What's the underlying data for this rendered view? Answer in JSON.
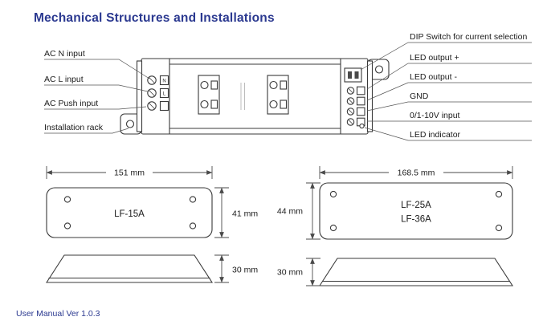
{
  "title": "Mechanical Structures and Installations",
  "footer": "User Manual Ver 1.0.3",
  "device": {
    "terminal_labels": [
      "N",
      "L"
    ]
  },
  "callouts_left": [
    "AC N input",
    "AC L input",
    "AC Push input",
    "Installation rack"
  ],
  "callouts_right": [
    "DIP Switch for current selection",
    "LED output +",
    "LED output -",
    "GND",
    "0/1-10V input",
    "LED indicator"
  ],
  "small": {
    "name": "LF-15A",
    "width": "151 mm",
    "height": "41 mm",
    "depth": "30 mm"
  },
  "large": {
    "name_line1": "LF-25A",
    "name_line2": "LF-36A",
    "width": "168.5 mm",
    "height": "44 mm",
    "depth": "30 mm"
  },
  "colors": {
    "accent": "#2b3990",
    "line": "#3a3a3a"
  }
}
